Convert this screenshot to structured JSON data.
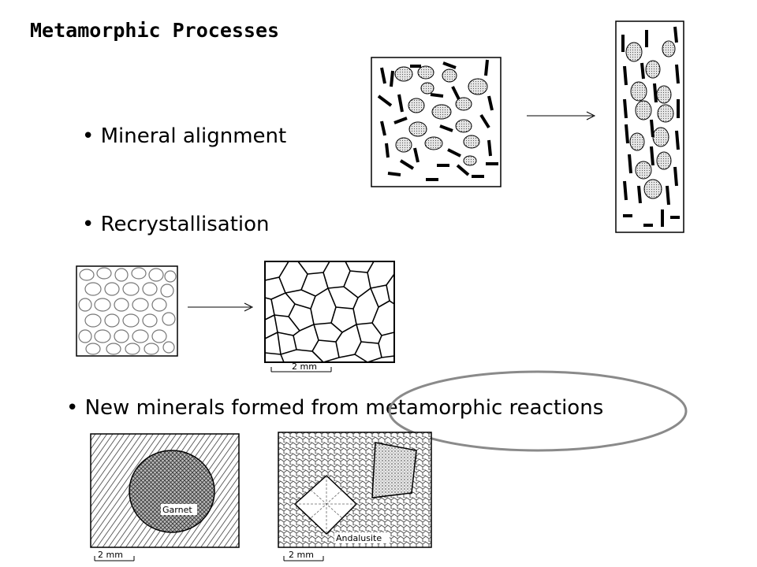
{
  "slide": {
    "title": "Metamorphic Processes",
    "bullets": [
      "• Mineral alignment",
      "• Recrystallisation",
      "• New minerals formed from metamorphic reactions"
    ]
  },
  "figures": {
    "recrystallised_scale": "2 mm",
    "garnet_label": "Garnet",
    "garnet_scale": "2 mm",
    "andalusite_label": "Andalusite",
    "andalusite_scale": "2 mm"
  },
  "colors": {
    "highlight_ellipse": "#8a8a8a",
    "grain_fill": "#d0d0d0"
  }
}
